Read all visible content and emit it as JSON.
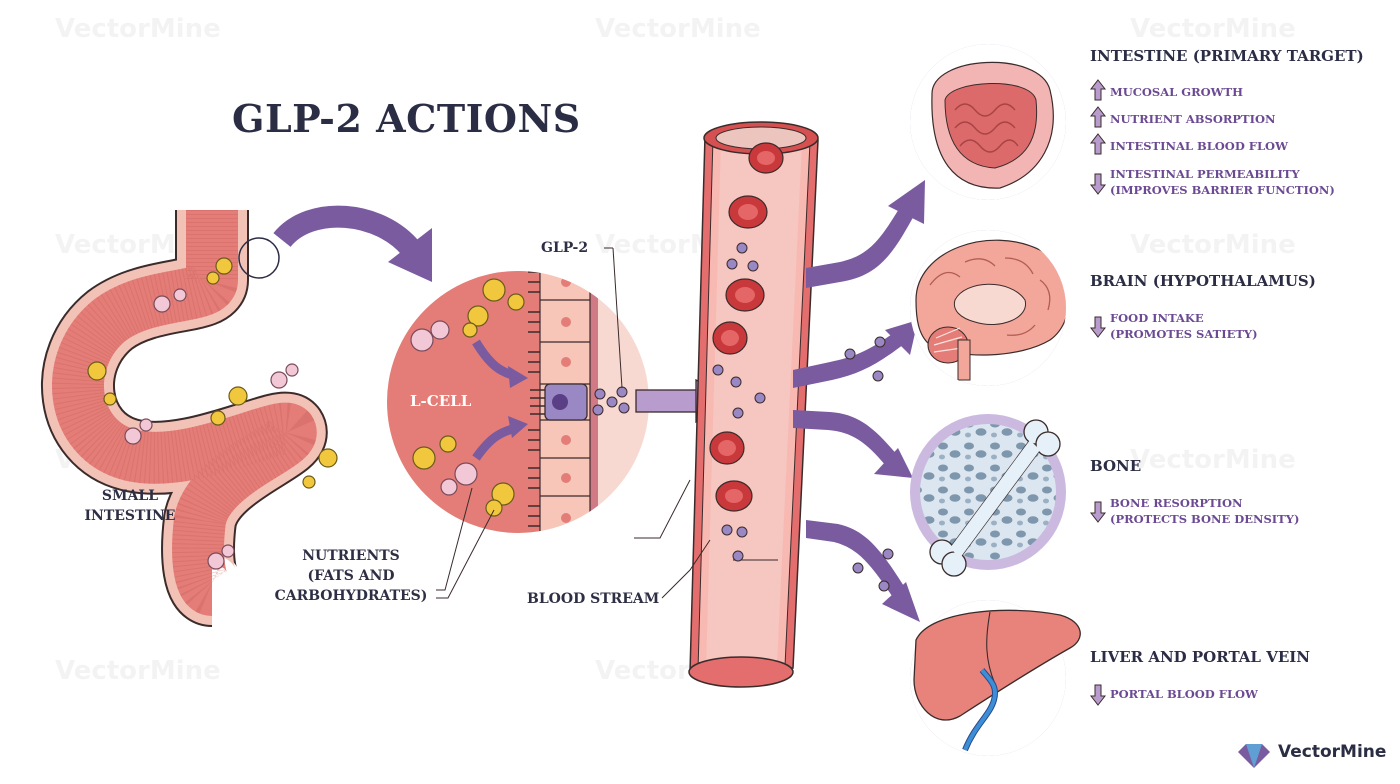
{
  "title": "GLP-2 ACTIONS",
  "labels": {
    "small_intestine": "SMALL\nINTESTINE",
    "nutrients": "NUTRIENTS\n(FATS AND\nCARBOHYDRATES)",
    "l_cell": "L-CELL",
    "glp2": "GLP-2",
    "blood_stream": "BLOOD STREAM"
  },
  "organs": [
    {
      "title": "INTESTINE (PRIMARY TARGET)",
      "effects": [
        {
          "direction": "up",
          "text": "MUCOSAL GROWTH"
        },
        {
          "direction": "up",
          "text": "NUTRIENT ABSORPTION"
        },
        {
          "direction": "up",
          "text": "INTESTINAL BLOOD FLOW"
        },
        {
          "direction": "down",
          "text": "INTESTINAL PERMEABILITY\n(IMPROVES BARRIER FUNCTION)"
        }
      ]
    },
    {
      "title": "BRAIN (HYPOTHALAMUS)",
      "effects": [
        {
          "direction": "down",
          "text": "FOOD INTAKE\n(PROMOTES SATIETY)"
        }
      ]
    },
    {
      "title": "BONE",
      "effects": [
        {
          "direction": "down",
          "text": "BONE RESORPTION\n(PROTECTS BONE DENSITY)"
        }
      ]
    },
    {
      "title": "LIVER AND PORTAL VEIN",
      "effects": [
        {
          "direction": "down",
          "text": "PORTAL BLOOD FLOW"
        }
      ]
    }
  ],
  "watermark": "VectorMine",
  "logo_text": "VectorMine",
  "colors": {
    "tissue": "#e8837c",
    "tissue_light": "#f3b8ae",
    "tissue_pale": "#f8d9d2",
    "purple_arrow": "#7a5ba0",
    "purple_light": "#b79ccd",
    "circle_bg": "#cbb9df",
    "blood_cell": "#c9393b",
    "yellow": "#f1c83d",
    "pink_bubble": "#f2c7d6",
    "ink": "#2b2d45"
  }
}
